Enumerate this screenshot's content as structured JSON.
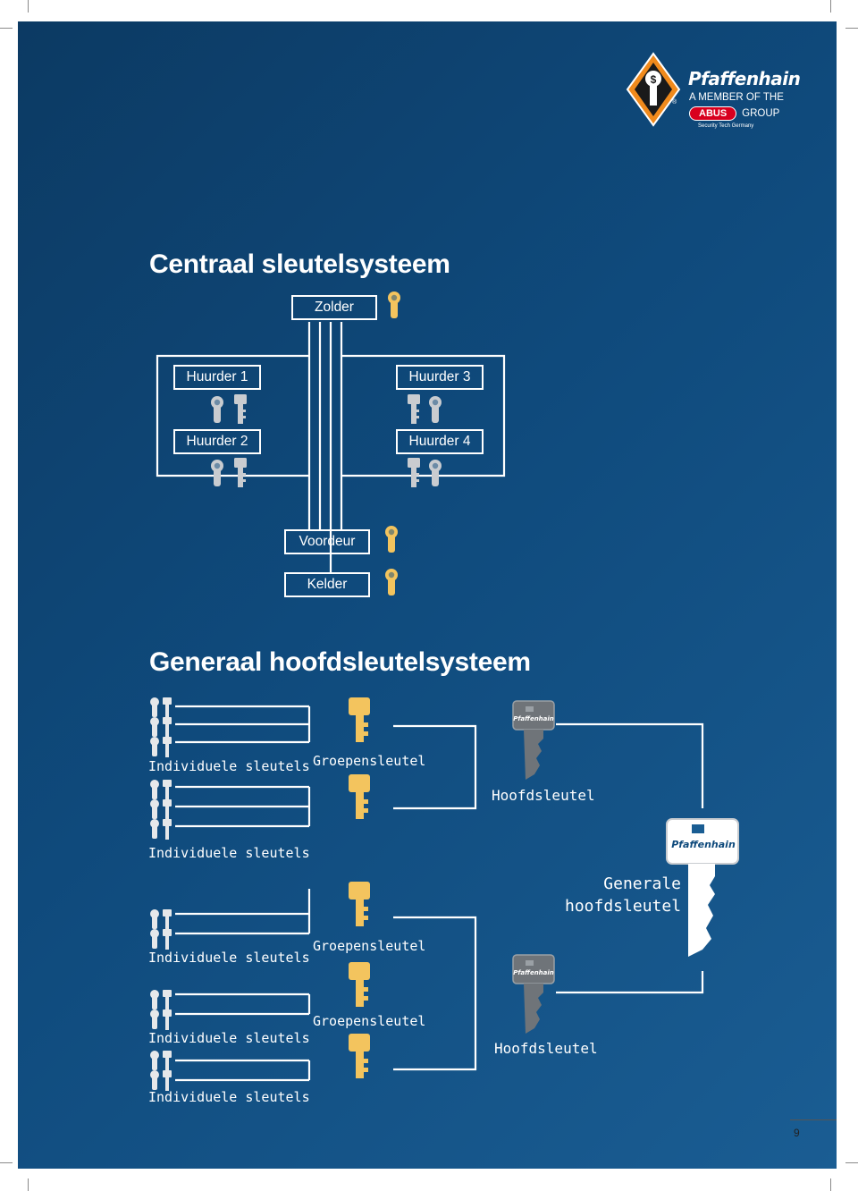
{
  "brand": {
    "name": "Pfaffenhain",
    "member_line": "A MEMBER OF THE",
    "group_badge": "ABUS",
    "group_word": "GROUP",
    "tagline": "Security Tech Germany"
  },
  "section1": {
    "title": "Centraal sleutelsysteem",
    "top_box": "Zolder",
    "tenants": [
      "Huurder 1",
      "Huurder 2",
      "Huurder 3",
      "Huurder 4"
    ],
    "bottom_boxes": [
      "Voordeur",
      "Kelder"
    ]
  },
  "section2": {
    "title": "Generaal hoofdsleutelsysteem",
    "individual_label": "Individuele sleutels",
    "group_key_label": "Groepensleutel",
    "master_key_label": "Hoofdsleutel",
    "grand_master_label_line1": "Generale",
    "grand_master_label_line2": "hoofdsleutel",
    "key_brand": "Pfaffenhain"
  },
  "page_number": "9",
  "colors": {
    "background": "#0f4a7c",
    "line": "#ffffff",
    "cylinder_gold": "#f3c45e",
    "group_key_gold": "#f3c45e",
    "master_key_gray": "#6f7479",
    "individual_key_silver": "#c9ccd0",
    "abus_red": "#d8001e"
  }
}
